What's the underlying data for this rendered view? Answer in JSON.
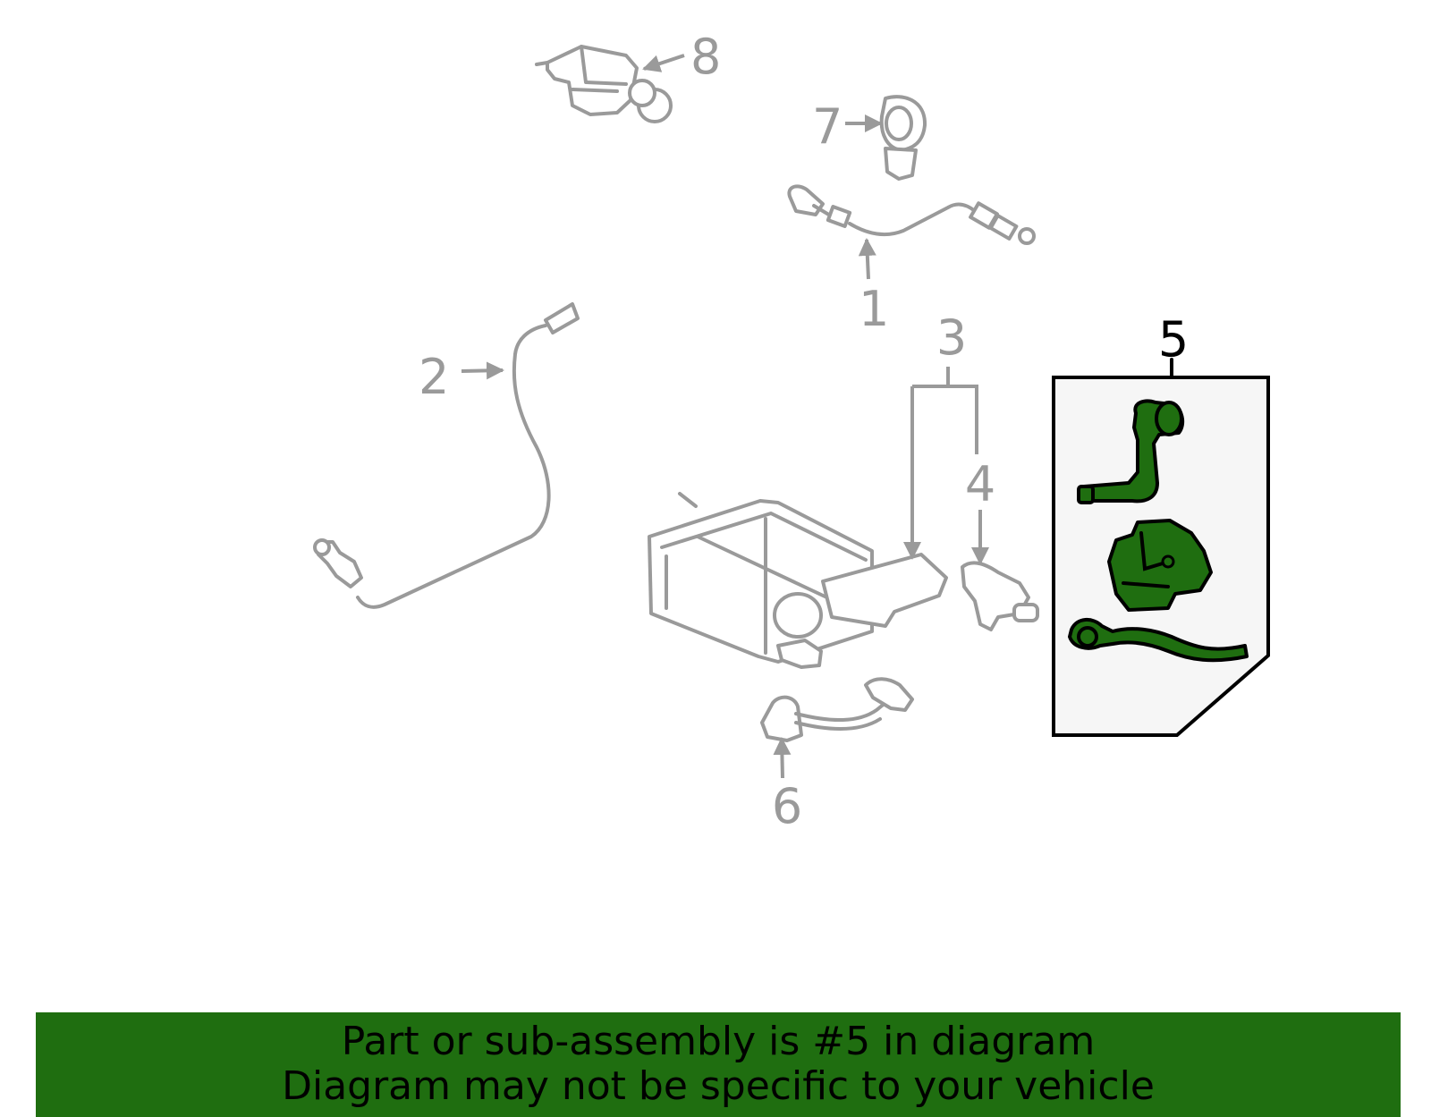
{
  "callouts": {
    "c1": "1",
    "c2": "2",
    "c3": "3",
    "c4": "4",
    "c5": "5",
    "c6": "6",
    "c7": "7",
    "c8": "8"
  },
  "highlighted_part": "5",
  "colors": {
    "highlight": "#1f6e10",
    "part_outline": "#9a9a9a",
    "panel_background": "#f6f6f6",
    "banner": "#1f6e10"
  },
  "banner": {
    "line1": "Part or sub-assembly is #5 in diagram",
    "line2": "Diagram may not be specific to your vehicle"
  }
}
